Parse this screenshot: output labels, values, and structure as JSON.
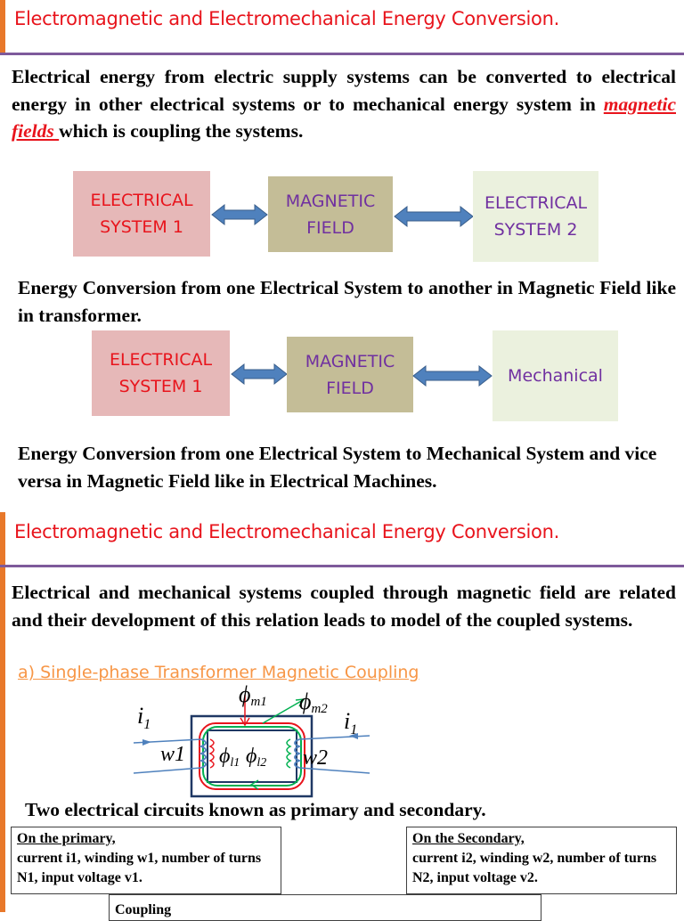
{
  "slide1": {
    "title": "Electromagnetic and Electromechanical Energy Conversion.",
    "intro_before": "Electrical energy from electric supply systems can be converted to electrical energy in other electrical systems or to mechanical energy system in ",
    "intro_keyword": "magnetic fields ",
    "intro_after": "which is coupling the systems.",
    "diagram1": {
      "left": "ELECTRICAL SYSTEM 1",
      "middle": "MAGNETIC FIELD",
      "right": "ELECTRICAL SYSTEM 2"
    },
    "caption1": "Energy Conversion from one Electrical System to another in Magnetic Field like in transformer.",
    "diagram2": {
      "left": "ELECTRICAL SYSTEM 1",
      "middle": "MAGNETIC FIELD",
      "right": "Mechanical"
    },
    "caption2": "Energy Conversion from one Electrical System to Mechanical System and vice versa in Magnetic Field like in Electrical Machines."
  },
  "slide2": {
    "title": "Electromagnetic and Electromechanical Energy Conversion.",
    "intro": "Electrical and mechanical systems coupled through magnetic field are related and their development of this relation leads to model of the coupled systems.",
    "subheading": "a) Single-phase Transformer Magnetic Coupling",
    "figure": {
      "flux_m1": "m1",
      "flux_m2": "m2",
      "flux_l1": "l1",
      "flux_l2": "l2",
      "current_left": "i",
      "current_left_sub": "1",
      "current_right": "i",
      "current_right_sub": "1",
      "winding_left": "w1",
      "winding_right": "w2",
      "phi": "ϕ"
    },
    "caption": "Two electrical circuits known as primary and secondary.",
    "primary": {
      "heading": "On the primary, ",
      "text": "current i1, winding w1, number of turns N1, input voltage v1."
    },
    "secondary": {
      "heading": "On the Secondary, ",
      "text": "current i2, winding w2, number of turns N2, input voltage v2."
    },
    "coupling": "Coupling"
  },
  "colors": {
    "title_red": "#e8141c",
    "rule_purple": "#7e5a9b",
    "accent_orange": "#e8782a",
    "subhead_orange": "#f79646",
    "box_pink": "#e6b8b8",
    "box_khaki": "#c4bd97",
    "box_cream": "#ebf1de",
    "arrow_blue": "#4f81bd"
  }
}
